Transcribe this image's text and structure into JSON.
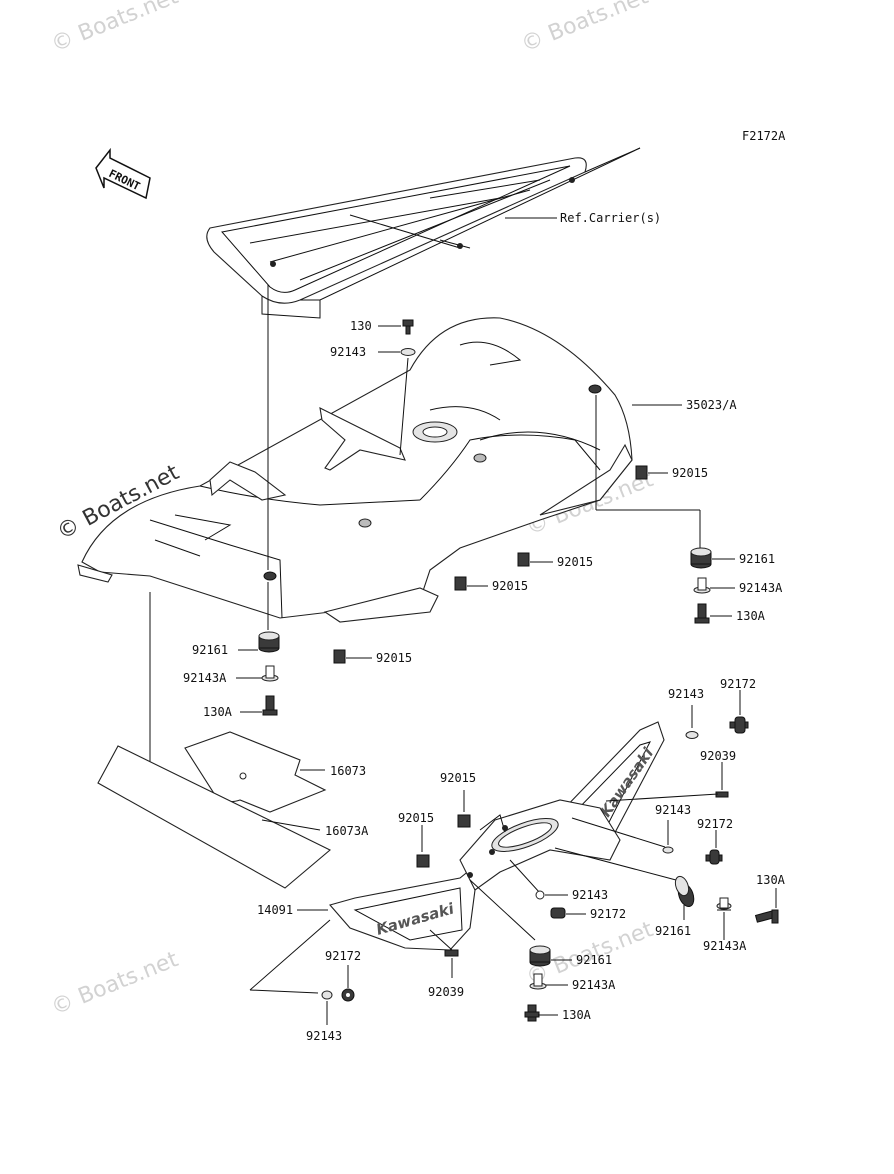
{
  "figure_code": "F2172A",
  "front_label": "FRONT",
  "carrier_ref": "Ref.Carrier(s)",
  "brand_logo": "Kawasaki",
  "watermarks": {
    "main": "© Boats.net",
    "faint": "© Boats.net"
  },
  "parts": {
    "p130": "130",
    "p92143_top": "92143",
    "p35023": "35023/A",
    "p92015_a": "92015",
    "p92015_b": "92015",
    "p92015_c": "92015",
    "p92015_d": "92015",
    "p92161_r": "92161",
    "p92143A_r": "92143A",
    "p130A_r": "130A",
    "p92161_l": "92161",
    "p92143A_l": "92143A",
    "p130A_l": "130A",
    "p16073": "16073",
    "p16073A": "16073A",
    "p92143_u": "92143",
    "p92172_u": "92172",
    "p92039_r": "92039",
    "p92143_m": "92143",
    "p92172_m": "92172",
    "p92015_e": "92015",
    "p92015_f": "92015",
    "p14091": "14091",
    "p92143_c": "92143",
    "p92172_c": "92172",
    "p92161_b": "92161",
    "p92143A_b": "92143A",
    "p130A_b": "130A",
    "p92161_br": "92161",
    "p130A_br": "130A",
    "p92143A_br": "92143A",
    "p92172_bl": "92172",
    "p92143_bl": "92143",
    "p92039_bl": "92039"
  }
}
